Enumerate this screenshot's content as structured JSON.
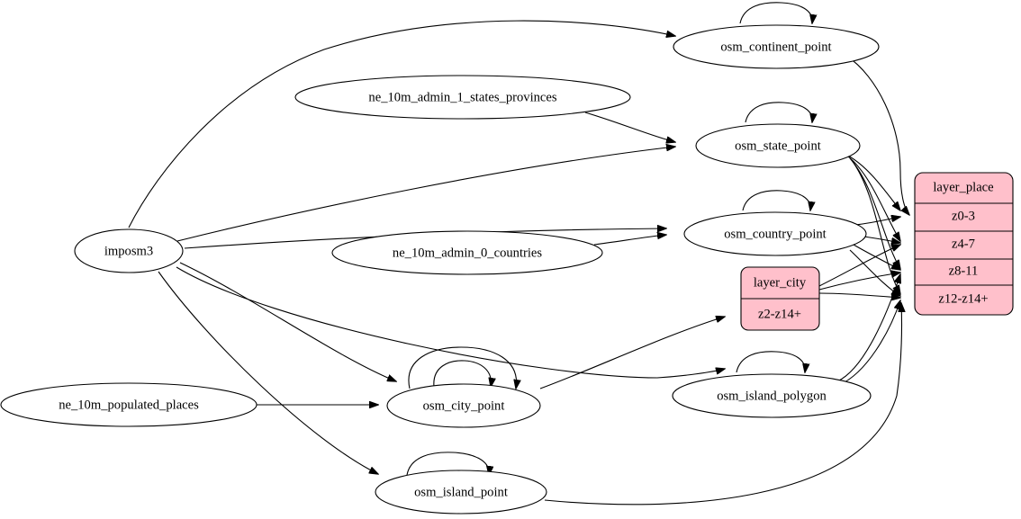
{
  "diagram": {
    "type": "directed-graph",
    "title": "",
    "background_color": "#ffffff",
    "node_fill_ellipse": "#ffffff",
    "node_fill_record": "#ffc0cb",
    "node_stroke": "#000000",
    "edge_color": "#000000"
  },
  "nodes": {
    "imposm3": {
      "label": "imposm3",
      "shape": "ellipse"
    },
    "ne_states": {
      "label": "ne_10m_admin_1_states_provinces",
      "shape": "ellipse"
    },
    "ne_countries": {
      "label": "ne_10m_admin_0_countries",
      "shape": "ellipse"
    },
    "ne_places": {
      "label": "ne_10m_populated_places",
      "shape": "ellipse"
    },
    "continent": {
      "label": "osm_continent_point",
      "shape": "ellipse"
    },
    "state": {
      "label": "osm_state_point",
      "shape": "ellipse"
    },
    "country": {
      "label": "osm_country_point",
      "shape": "ellipse"
    },
    "city": {
      "label": "osm_city_point",
      "shape": "ellipse"
    },
    "island_polygon": {
      "label": "osm_island_polygon",
      "shape": "ellipse"
    },
    "island_point": {
      "label": "osm_island_point",
      "shape": "ellipse"
    },
    "layer_city": {
      "shape": "record",
      "title": "layer_city",
      "rows": [
        "z2-z14+"
      ]
    },
    "layer_place": {
      "shape": "record",
      "title": "layer_place",
      "rows": [
        "z0-3",
        "z4-7",
        "z8-11",
        "z12-z14+"
      ]
    }
  },
  "edges": [
    {
      "from": "imposm3",
      "to": "continent"
    },
    {
      "from": "imposm3",
      "to": "state"
    },
    {
      "from": "imposm3",
      "to": "country"
    },
    {
      "from": "imposm3",
      "to": "city"
    },
    {
      "from": "imposm3",
      "to": "island_polygon"
    },
    {
      "from": "imposm3",
      "to": "island_point"
    },
    {
      "from": "ne_states",
      "to": "state"
    },
    {
      "from": "ne_countries",
      "to": "country"
    },
    {
      "from": "ne_places",
      "to": "city"
    },
    {
      "from": "continent",
      "to": "continent"
    },
    {
      "from": "state",
      "to": "state"
    },
    {
      "from": "country",
      "to": "country"
    },
    {
      "from": "city",
      "to": "city"
    },
    {
      "from": "city",
      "to": "city"
    },
    {
      "from": "island_polygon",
      "to": "island_polygon"
    },
    {
      "from": "island_point",
      "to": "island_point"
    },
    {
      "from": "continent",
      "to": "layer_place.z0-3"
    },
    {
      "from": "state",
      "to": "layer_place.z4-7"
    },
    {
      "from": "state",
      "to": "layer_place.z8-11"
    },
    {
      "from": "state",
      "to": "layer_place.z12-z14+"
    },
    {
      "from": "country",
      "to": "layer_place.z0-3"
    },
    {
      "from": "country",
      "to": "layer_place.z4-7"
    },
    {
      "from": "country",
      "to": "layer_place.z8-11"
    },
    {
      "from": "country",
      "to": "layer_place.z12-z14+"
    },
    {
      "from": "island_polygon",
      "to": "layer_place.z8-11"
    },
    {
      "from": "island_polygon",
      "to": "layer_place.z12-z14+"
    },
    {
      "from": "island_point",
      "to": "layer_place.z12-z14+"
    },
    {
      "from": "layer_city",
      "to": "layer_place.z4-7"
    },
    {
      "from": "layer_city",
      "to": "layer_place.z8-11"
    },
    {
      "from": "layer_city",
      "to": "layer_place.z12-z14+"
    },
    {
      "from": "city",
      "to": "layer_city.z2-z14+"
    }
  ]
}
